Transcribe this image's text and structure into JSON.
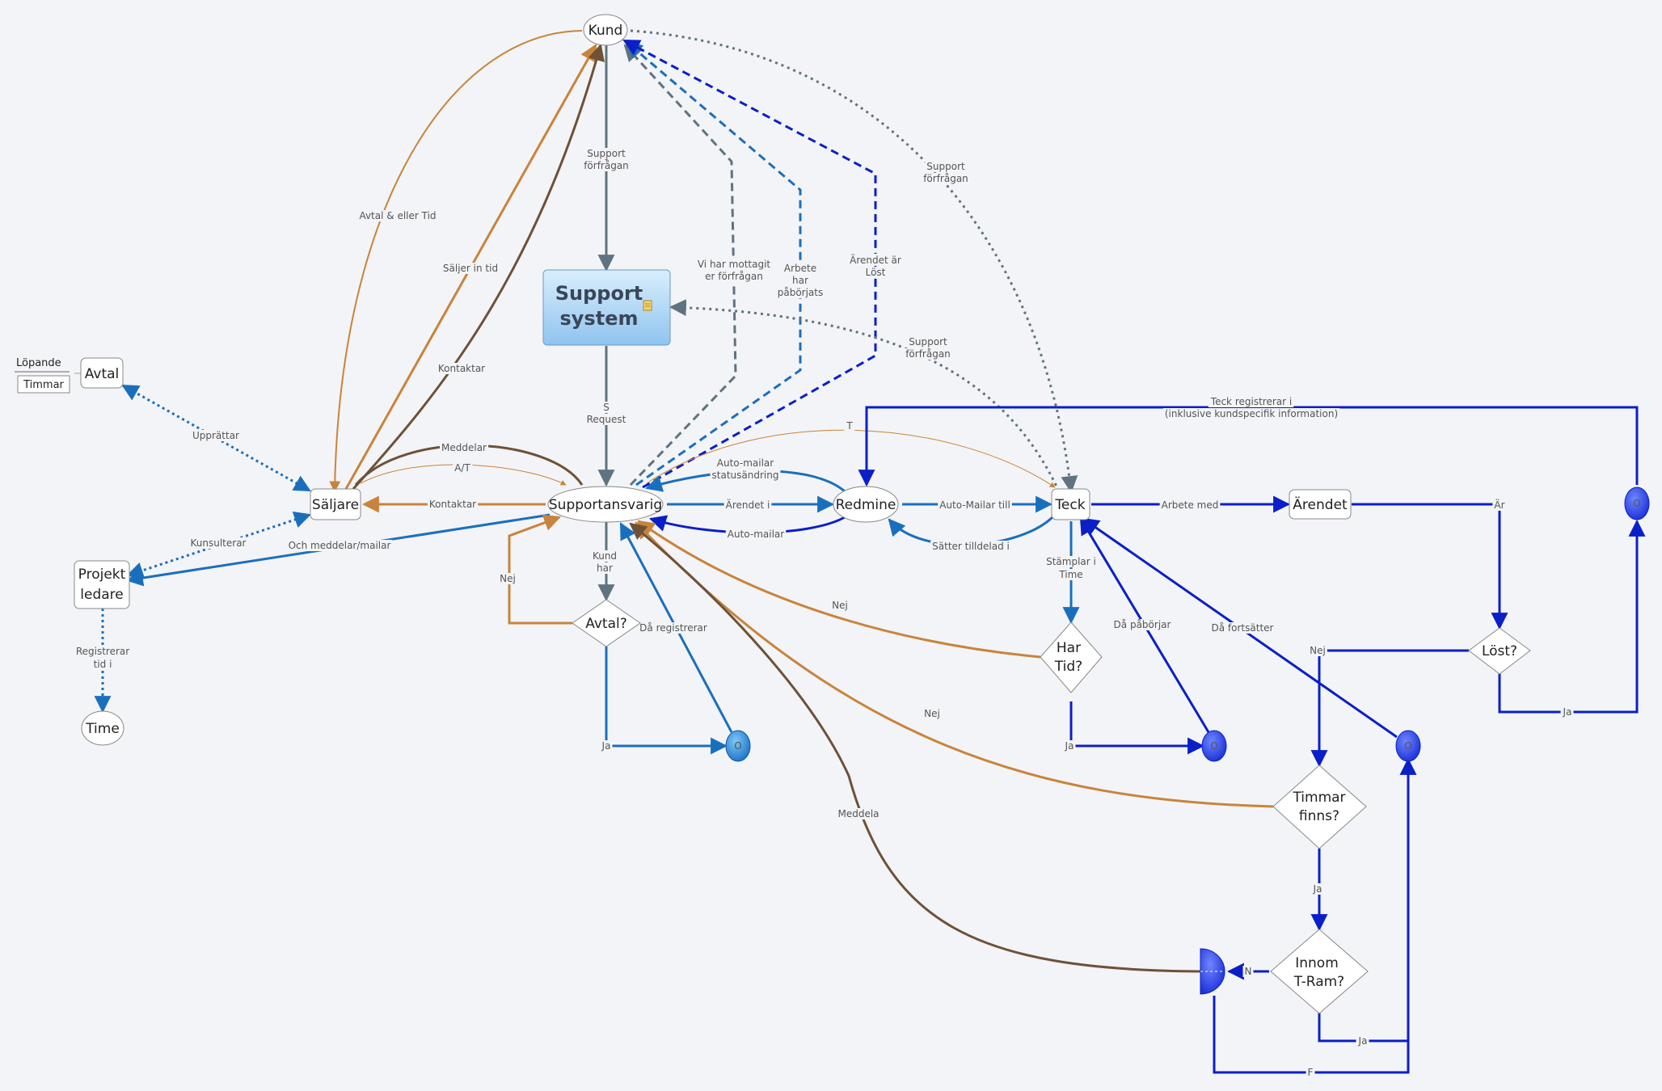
{
  "nodes": {
    "kund": "Kund",
    "support_system_line1": "Support",
    "support_system_line2": "system",
    "supportansvarig": "Supportansvarig",
    "redmine": "Redmine",
    "teck": "Teck",
    "arendet": "Ärendet",
    "saljare": "Säljare",
    "avtal": "Avtal",
    "lopande": "Löpande",
    "timmar": "Timmar",
    "projektledare_line1": "Projekt",
    "projektledare_line2": "ledare",
    "time": "Time",
    "avtal_decision": "Avtal?",
    "har_tid_line1": "Har",
    "har_tid_line2": "Tid?",
    "lost_decision": "Löst?",
    "timmar_finns_line1": "Timmar",
    "timmar_finns_line2": "finns?",
    "innom_line1": "Innom",
    "innom_line2": "T-Ram?",
    "o_marker": "O"
  },
  "labels": {
    "support_forfragan_1a": "Support",
    "support_forfragan_1b": "förfrågan",
    "avtal_eller_tid": "Avtal & eller Tid",
    "saljer_in_tid": "Säljer in tid",
    "kontaktar_top": "Kontaktar",
    "vi_har_mottagit_a": "Vi har mottagit",
    "vi_har_mottagit_b": "er förfrågan",
    "arbete_har_a": "Arbete",
    "arbete_har_b": "har",
    "arbete_har_c": "påbörjats",
    "arendet_ar_a": "Ärendet är",
    "arendet_ar_b": "Löst",
    "support_forfragan_2a": "Support",
    "support_forfragan_2b": "förfrågan",
    "support_forfragan_3a": "Support",
    "support_forfragan_3b": "förfrågan",
    "s_request_a": "S",
    "s_request_b": "Request",
    "teck_registrerar_a": "Teck registrerar i",
    "teck_registrerar_b": "(inklusive kundspecifik information)",
    "t_label": "T",
    "meddelar": "Meddelar",
    "a_t": "A/T",
    "auto_mailar_status_a": "Auto-mailar",
    "auto_mailar_status_b": "statusändring",
    "kontaktar_mid": "Kontaktar",
    "arendet_i": "Ärendet i",
    "auto_mailar_till": "Auto-Mailar till",
    "arbete_med": "Arbete med",
    "ar": "Är",
    "auto_mailar": "Auto-mailar",
    "satter_tilldelad": "Sätter tilldelad i",
    "upprattar": "Upprättar",
    "kunsulterar": "Kunsulterar",
    "och_meddelar": "Och meddelar/mailar",
    "kund_har_a": "Kund",
    "kund_har_b": "har",
    "nej_1": "Nej",
    "da_registrerar": "Då registrerar",
    "stamplar_a": "Stämplar i",
    "stamplar_b": "Time",
    "nej_2": "Nej",
    "da_paborjar": "Då påbörjar",
    "da_fortsatter": "Då fortsätter",
    "nej_3": "Nej",
    "nej_4": "Nej",
    "ja_1": "Ja",
    "ja_2": "Ja",
    "ja_3": "Ja",
    "ja_4": "Ja",
    "ja_5": "Ja",
    "registrerar_a": "Registrerar",
    "registrerar_b": "tid i",
    "meddela": "Meddela",
    "n_label": "N",
    "f_label": "F"
  },
  "colors": {
    "blue": "#0a1fc8",
    "mid_blue": "#1a6fbd",
    "slate": "#5f7380",
    "orange": "#c8843a",
    "brown": "#6e5137",
    "support_fill": "#aed6f7"
  }
}
